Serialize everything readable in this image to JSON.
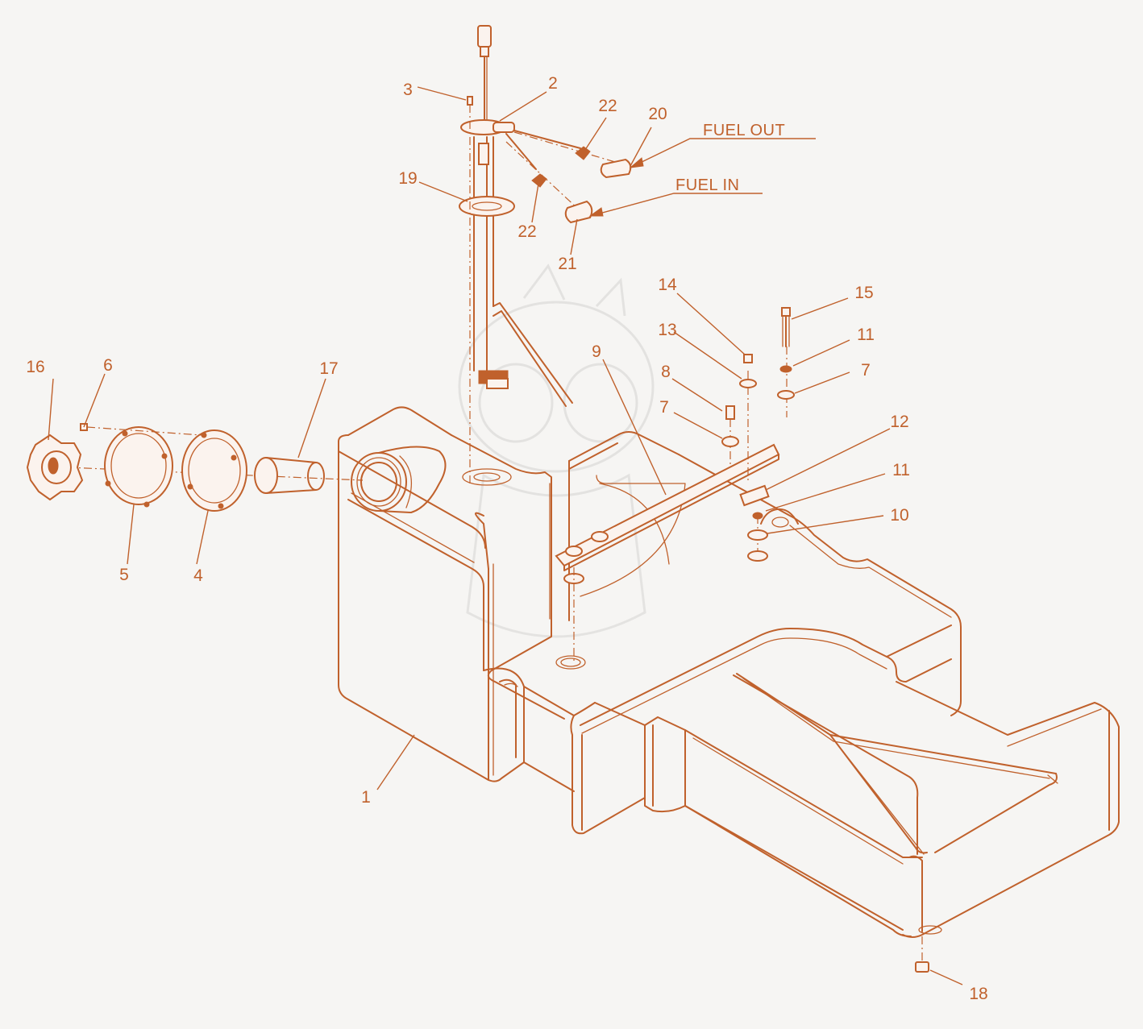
{
  "callouts": {
    "c1": "1",
    "c2": "2",
    "c3": "3",
    "c4": "4",
    "c5": "5",
    "c6": "6",
    "c7": "7",
    "c8": "8",
    "c9": "9",
    "c10": "10",
    "c11": "11",
    "c12": "12",
    "c13": "13",
    "c14": "14",
    "c15": "15",
    "c16": "16",
    "c17": "17",
    "c18": "18",
    "c19": "19",
    "c20": "20",
    "c21": "21",
    "c22": "22"
  },
  "flow_labels": {
    "fuel_out": "FUEL OUT",
    "fuel_in": "FUEL IN"
  },
  "colors": {
    "line": "#c0612c",
    "background": "#f6f5f3"
  }
}
